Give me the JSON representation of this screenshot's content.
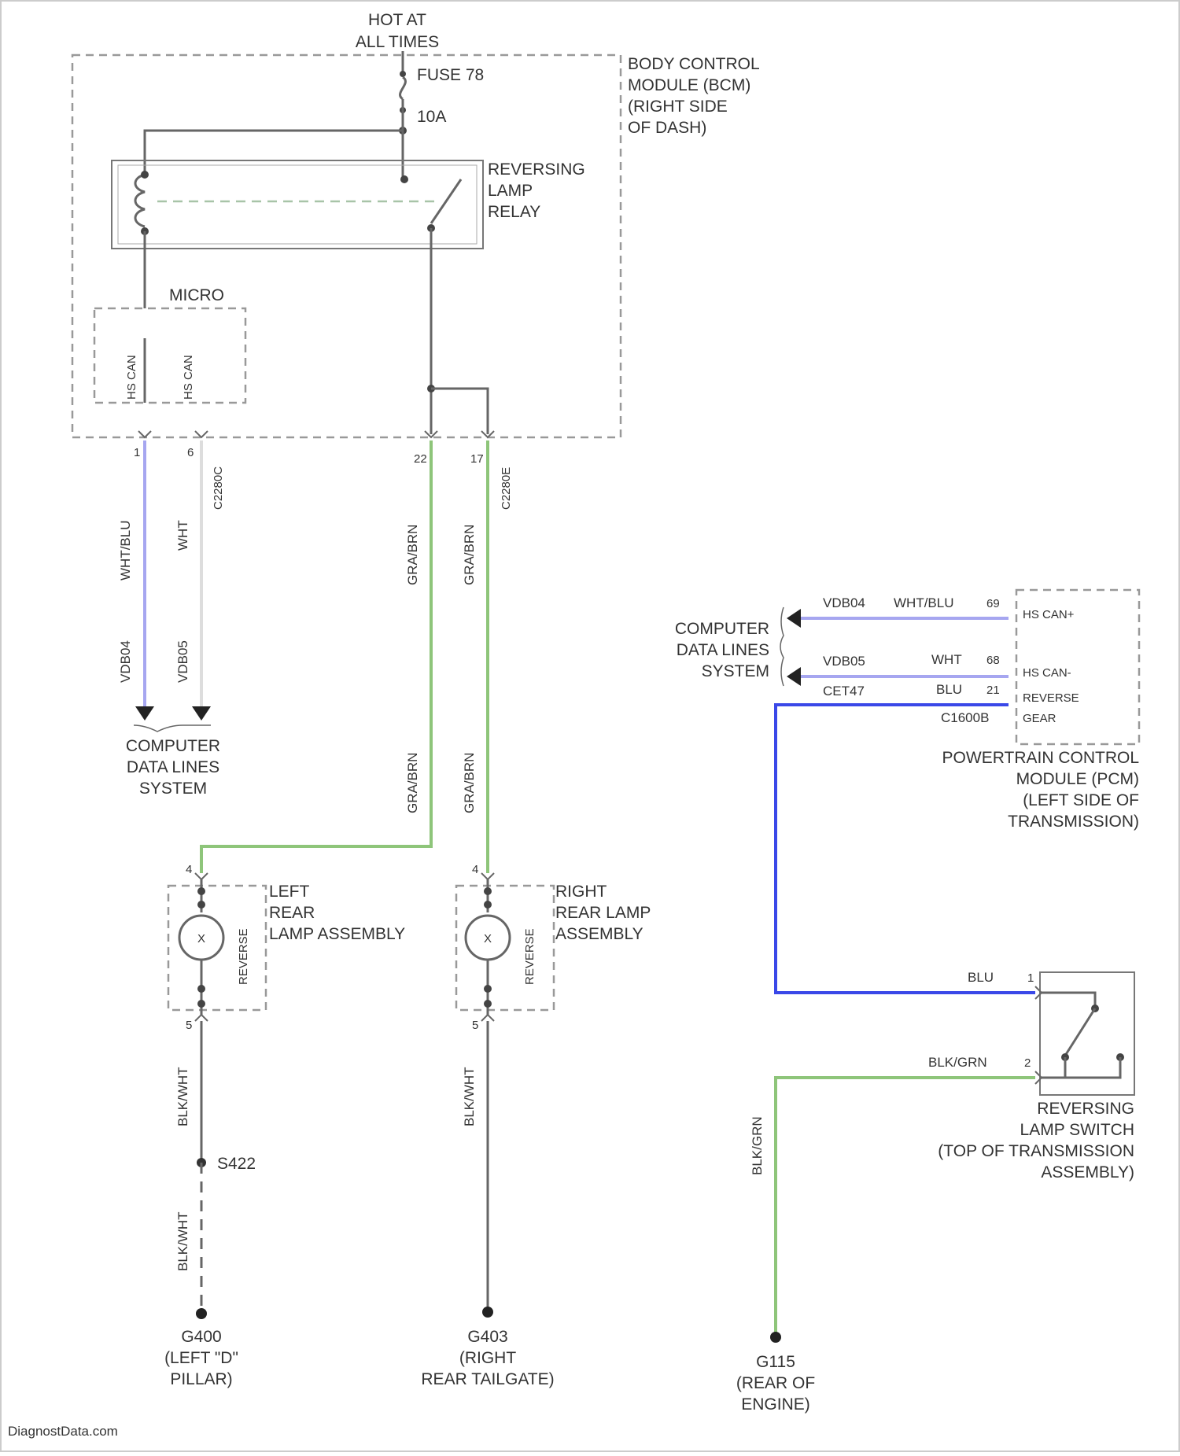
{
  "colors": {
    "green": "#8ec57a",
    "blue": "#3a48e8",
    "lavender": "#a6a6f0",
    "wire": "#666666",
    "border": "#999999"
  },
  "power": {
    "line1": "HOT AT",
    "line2": "ALL TIMES"
  },
  "fuse": {
    "name": "FUSE 78",
    "rating": "10A"
  },
  "bcm": {
    "lines": [
      "BODY CONTROL",
      "MODULE (BCM)",
      "(RIGHT SIDE",
      "OF DASH)"
    ]
  },
  "relay": {
    "lines": [
      "REVERSING",
      "LAMP",
      "RELAY"
    ]
  },
  "micro": {
    "title": "MICRO",
    "pins": [
      "HS CAN",
      "HS CAN"
    ]
  },
  "bcm_conn": {
    "left_pins": [
      "1",
      "6"
    ],
    "left_conn": "C2280C",
    "right_pins": [
      "22",
      "17"
    ],
    "right_conn": "C2280E",
    "left_wires": [
      "WHT/BLU",
      "WHT"
    ],
    "left_splices": [
      "VDB04",
      "VDB05"
    ],
    "right_wires": [
      "GRA/BRN",
      "GRA/BRN"
    ]
  },
  "cdl_left": {
    "lines": [
      "COMPUTER",
      "DATA LINES",
      "SYSTEM"
    ]
  },
  "cdl_right": {
    "lines": [
      "COMPUTER",
      "DATA LINES",
      "SYSTEM"
    ]
  },
  "pcm": {
    "rows": [
      {
        "vdb": "VDB04",
        "wire": "WHT/BLU",
        "pin": "69",
        "name": "HS CAN+"
      },
      {
        "vdb": "VDB05",
        "wire": "WHT",
        "pin": "68",
        "name": "HS CAN-"
      },
      {
        "vdb": "CET47",
        "wire": "BLU",
        "pin": "21",
        "name": "REVERSE"
      }
    ],
    "gear": "GEAR",
    "conn": "C1600B",
    "lines": [
      "POWERTRAIN CONTROL",
      "MODULE (PCM)",
      "(LEFT SIDE OF",
      "TRANSMISSION)"
    ]
  },
  "left_lamp": {
    "lines": [
      "LEFT",
      "REAR",
      "LAMP ASSEMBLY"
    ],
    "bulb": "REVERSE",
    "pin_top": "4",
    "pin_bot": "5",
    "symbol": "X"
  },
  "right_lamp": {
    "lines": [
      "RIGHT",
      "REAR LAMP",
      "ASSEMBLY"
    ],
    "bulb": "REVERSE",
    "pin_top": "4",
    "pin_bot": "5",
    "symbol": "X"
  },
  "ground_wires": {
    "left_a": "BLK/WHT",
    "left_b": "BLK/WHT",
    "right": "BLK/WHT",
    "switch": "BLK/GRN"
  },
  "splice_s422": "S422",
  "grounds": {
    "left": {
      "lines": [
        "G400",
        "(LEFT \"D\"",
        "PILLAR)"
      ]
    },
    "right": {
      "lines": [
        "G403",
        "(RIGHT",
        "REAR TAILGATE)"
      ]
    },
    "engine": {
      "lines": [
        "G115",
        "(REAR OF",
        "ENGINE)"
      ]
    }
  },
  "switch": {
    "wire1": "BLU",
    "pin1": "1",
    "wire2": "BLK/GRN",
    "pin2": "2",
    "lines": [
      "REVERSING",
      "LAMP SWITCH",
      "(TOP OF TRANSMISSION",
      "ASSEMBLY)"
    ]
  },
  "watermark": "DiagnostData.com"
}
